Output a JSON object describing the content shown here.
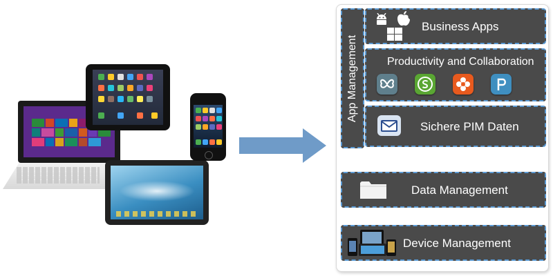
{
  "app_management": {
    "label": "App Management"
  },
  "business_apps": {
    "label": "Business Apps",
    "icons": [
      "android-icon",
      "apple-icon",
      "windows-icon"
    ]
  },
  "productivity": {
    "label": "Productivity  and Collaboration",
    "apps": [
      {
        "icon": "butterfly-app-icon",
        "color": "#5f7f8c"
      },
      {
        "icon": "s-app-icon",
        "color": "#5aa633"
      },
      {
        "icon": "flower-app-icon",
        "color": "#e85a1e"
      },
      {
        "icon": "p-app-icon",
        "color": "#3f8fc0"
      }
    ]
  },
  "pim": {
    "label": "Sichere PIM Daten",
    "icon": "mail-icon"
  },
  "data_management": {
    "label": "Data Management",
    "icon": "folder-icon"
  },
  "device_management": {
    "label": "Device Management",
    "icon": "devices-icon"
  },
  "colors": {
    "bar": "#4a4a4a",
    "dash": "#5b9bd5",
    "arrow": "#6f9bc8"
  }
}
